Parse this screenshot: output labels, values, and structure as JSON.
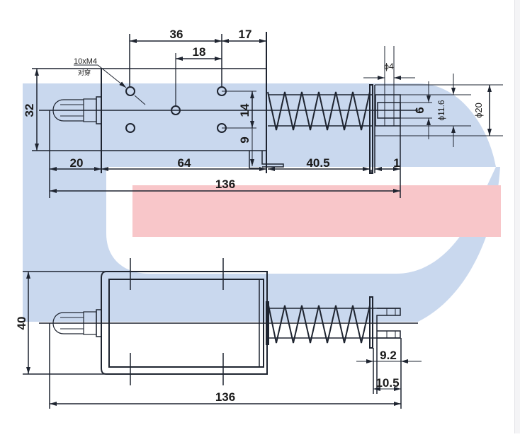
{
  "drawing": {
    "title": "Push-pull solenoid dimensional drawing",
    "watermark": {
      "blue": "#c9d8ee",
      "red": "#f8c6c9"
    },
    "top_view": {
      "dims": {
        "d36": "36",
        "d17": "17",
        "d18": "18",
        "d32": "32",
        "d14": "14",
        "d9": "9",
        "d20": "20",
        "d64": "64",
        "d40_5": "40.5",
        "d1": "1",
        "d136": "136",
        "phi4": "ϕ4",
        "d6": "6",
        "phi11_6": "ϕ11.6",
        "phi20": "ϕ20"
      },
      "callout": {
        "thread": "10xM4",
        "note": "对穿"
      }
    },
    "side_view": {
      "dims": {
        "d40": "40",
        "d136": "136",
        "d9_2": "9.2",
        "d10_5": "10.5"
      }
    }
  }
}
